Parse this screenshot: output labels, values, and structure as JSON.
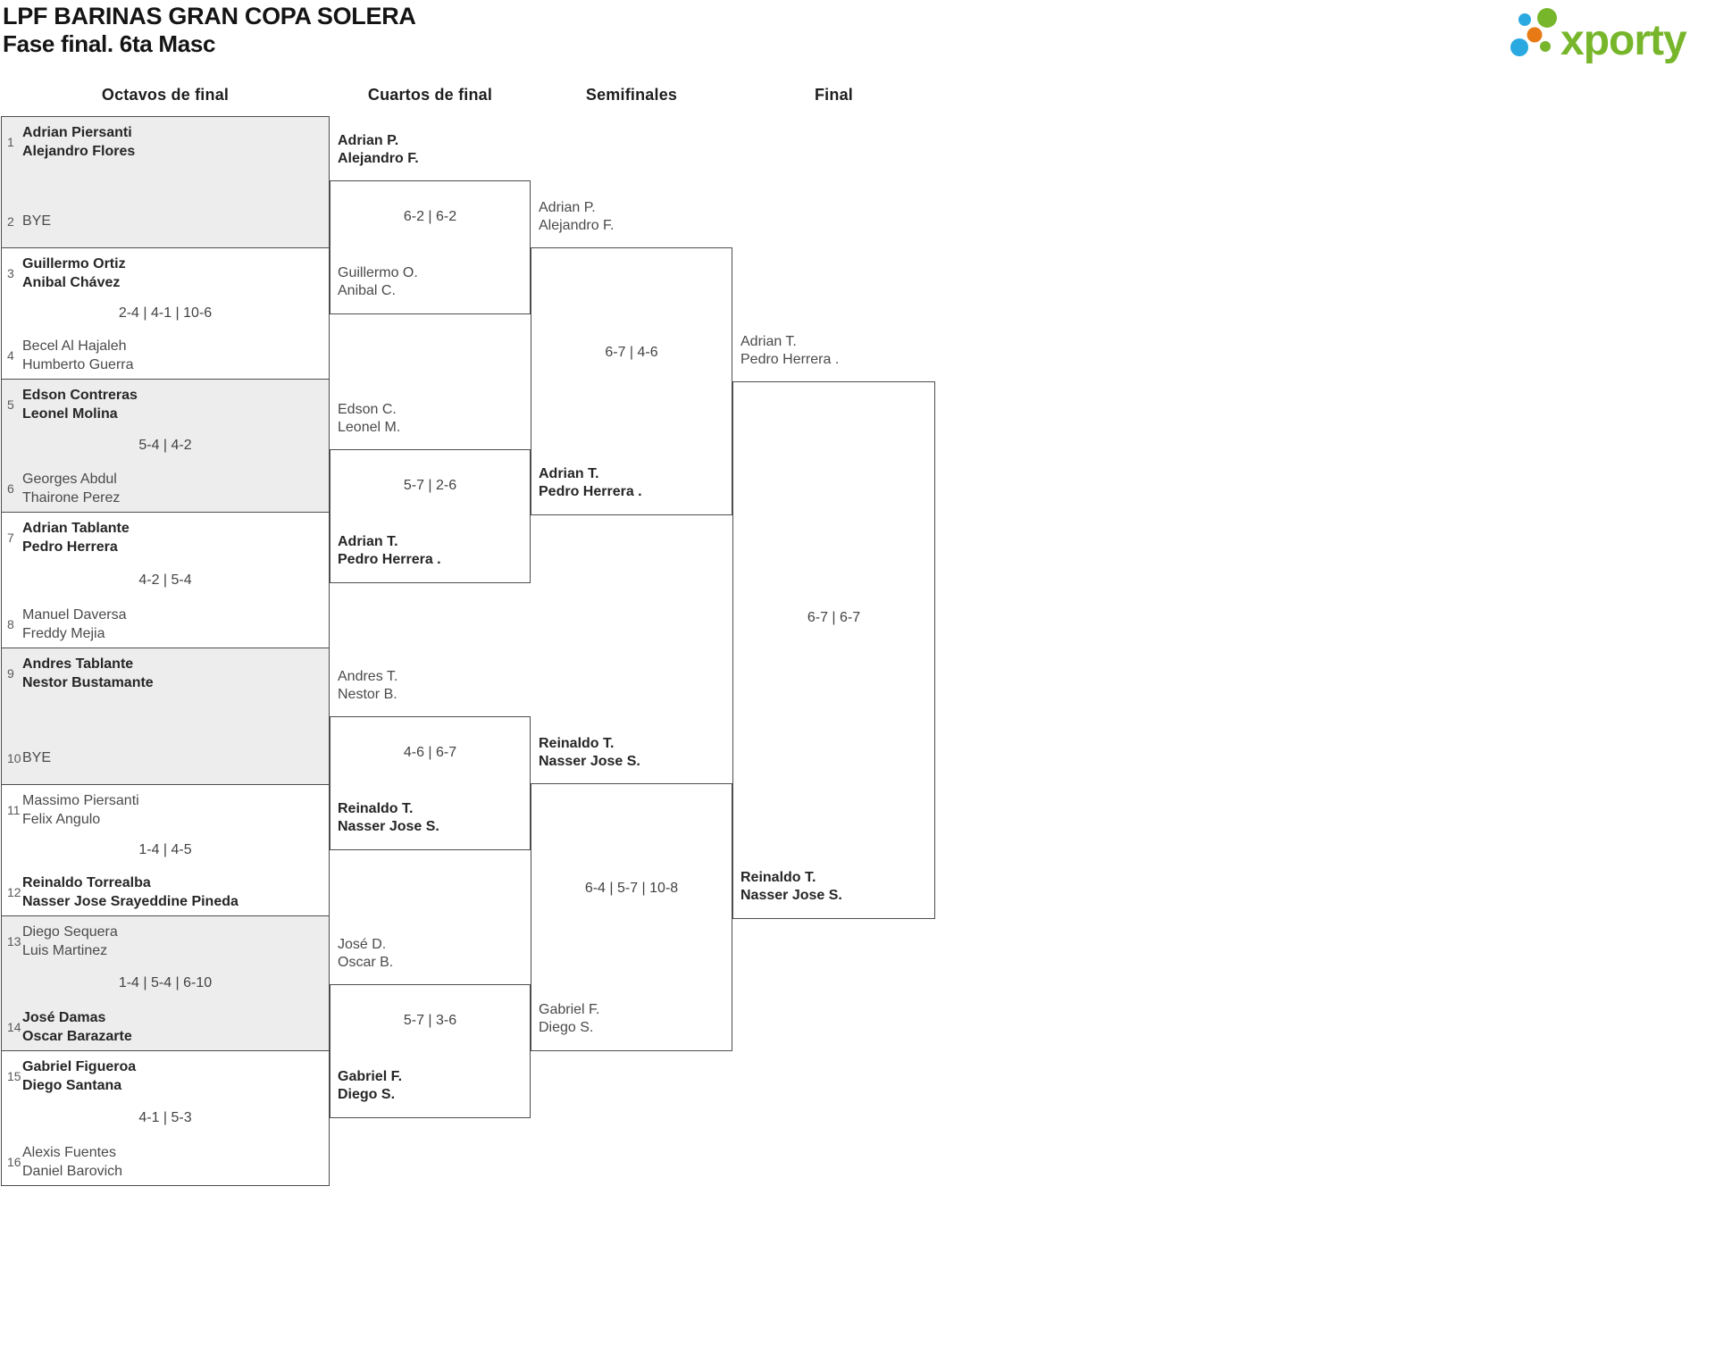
{
  "header": {
    "title": "LPF BARINAS GRAN COPA SOLERA",
    "subtitle": "Fase final. 6ta Masc",
    "logo_text": "xporty",
    "logo_colors": {
      "green": "#77b62b",
      "blue": "#29a9e0",
      "orange": "#e87a16"
    }
  },
  "round_headers": [
    "Octavos de final",
    "Cuartos de final",
    "Semifinales",
    "Final"
  ],
  "octavos": [
    {
      "seed1": "1",
      "team1": [
        "Adrian Piersanti",
        "Alejandro Flores"
      ],
      "seed2": "2",
      "team2": [
        "BYE"
      ],
      "score": "",
      "winner": 1
    },
    {
      "seed1": "3",
      "team1": [
        "Guillermo Ortiz",
        "Anibal Chávez"
      ],
      "seed2": "4",
      "team2": [
        "Becel Al Hajaleh",
        "Humberto Guerra"
      ],
      "score": "2-4 | 4-1 | 10-6",
      "winner": 1
    },
    {
      "seed1": "5",
      "team1": [
        "Edson Contreras",
        "Leonel Molina"
      ],
      "seed2": "6",
      "team2": [
        "Georges Abdul",
        "Thairone Perez"
      ],
      "score": "5-4 | 4-2",
      "winner": 1
    },
    {
      "seed1": "7",
      "team1": [
        "Adrian Tablante",
        "Pedro Herrera"
      ],
      "seed2": "8",
      "team2": [
        "Manuel Daversa",
        "Freddy Mejia"
      ],
      "score": "4-2 | 5-4",
      "winner": 1
    },
    {
      "seed1": "9",
      "team1": [
        "Andres Tablante",
        "Nestor Bustamante"
      ],
      "seed2": "10",
      "team2": [
        "BYE"
      ],
      "score": "",
      "winner": 1
    },
    {
      "seed1": "11",
      "team1": [
        "Massimo Piersanti",
        "Felix Angulo"
      ],
      "seed2": "12",
      "team2": [
        "Reinaldo Torrealba",
        "Nasser Jose Srayeddine Pineda"
      ],
      "score": "1-4 | 4-5",
      "winner": 2
    },
    {
      "seed1": "13",
      "team1": [
        "Diego Sequera",
        "Luis Martinez"
      ],
      "seed2": "14",
      "team2": [
        "José Damas",
        "Oscar Barazarte"
      ],
      "score": "1-4 | 5-4 | 6-10",
      "winner": 2
    },
    {
      "seed1": "15",
      "team1": [
        "Gabriel Figueroa",
        "Diego Santana"
      ],
      "seed2": "16",
      "team2": [
        "Alexis Fuentes",
        "Daniel Barovich"
      ],
      "score": "4-1 | 5-3",
      "winner": 1
    }
  ],
  "cuartos": [
    {
      "team1": [
        "Adrian P.",
        "Alejandro F."
      ],
      "team2": [
        "Guillermo O.",
        "Anibal C."
      ],
      "score": "6-2 | 6-2",
      "winner": 1
    },
    {
      "team1": [
        "Edson C.",
        "Leonel M."
      ],
      "team2": [
        "Adrian T.",
        "Pedro Herrera ."
      ],
      "score": "5-7 | 2-6",
      "winner": 2
    },
    {
      "team1": [
        "Andres T.",
        "Nestor B."
      ],
      "team2": [
        "Reinaldo T.",
        "Nasser Jose S."
      ],
      "score": "4-6 | 6-7",
      "winner": 2
    },
    {
      "team1": [
        "José D.",
        "Oscar B."
      ],
      "team2": [
        "Gabriel F.",
        "Diego S."
      ],
      "score": "5-7 | 3-6",
      "winner": 2
    }
  ],
  "semifinales": [
    {
      "team1": [
        "Adrian P.",
        "Alejandro F."
      ],
      "team2": [
        "Adrian T.",
        "Pedro Herrera ."
      ],
      "score": "6-7 | 4-6",
      "winner": 2
    },
    {
      "team1": [
        "Reinaldo T.",
        "Nasser Jose S."
      ],
      "team2": [
        "Gabriel F.",
        "Diego S."
      ],
      "score": "6-4 | 5-7 | 10-8",
      "winner": 1
    }
  ],
  "final": [
    {
      "team1": [
        "Adrian T.",
        "Pedro Herrera ."
      ],
      "team2": [
        "Reinaldo T.",
        "Nasser Jose S."
      ],
      "score": "6-7 | 6-7",
      "winner": 2
    }
  ]
}
